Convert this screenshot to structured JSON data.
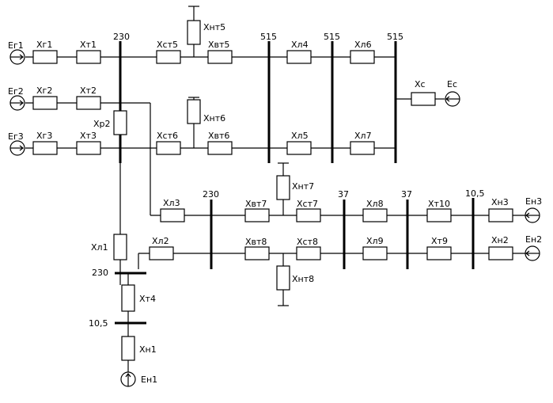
{
  "diagram": {
    "sources": {
      "eg1": "Eг1",
      "eg2": "Eг2",
      "eg3": "Eг3",
      "ec": "Eс",
      "en1": "Eн1",
      "en2": "Eн2",
      "en3": "Eн3"
    },
    "elements": {
      "xg1": "Xг1",
      "xt1": "Xт1",
      "xg2": "Xг2",
      "xt2": "Xт2",
      "xg3": "Xг3",
      "xt3": "Xт3",
      "xr2": "Xр2",
      "xst5": "Xст5",
      "xvt5": "Xвт5",
      "xnt5": "Xнт5",
      "xst6": "Xст6",
      "xvt6": "Xвт6",
      "xnt6": "Xнт6",
      "xl4": "Xл4",
      "xl6": "Xл6",
      "xl5": "Xл5",
      "xl7": "Xл7",
      "xc": "Xс",
      "xl3": "Xл3",
      "xl2": "Xл2",
      "xl1": "Xл1",
      "xvt7": "Xвт7",
      "xst7": "Xст7",
      "xnt7": "Xнт7",
      "xvt8": "Xвт8",
      "xst8": "Xст8",
      "xnt8": "Xнт8",
      "xl8": "Xл8",
      "xl9": "Xл9",
      "xt10": "Xт10",
      "xt9": "Xт9",
      "xt4": "Xт4",
      "xn3": "Xн3",
      "xn2": "Xн2",
      "xn1": "Xн1"
    },
    "buses": {
      "b230_top": "230",
      "b515_1": "515",
      "b515_2": "515",
      "b515_3": "515",
      "b230_mid": "230",
      "b37_1": "37",
      "b37_2": "37",
      "b105_right": "10,5",
      "b230_left": "230",
      "b105_left": "10,5"
    }
  }
}
